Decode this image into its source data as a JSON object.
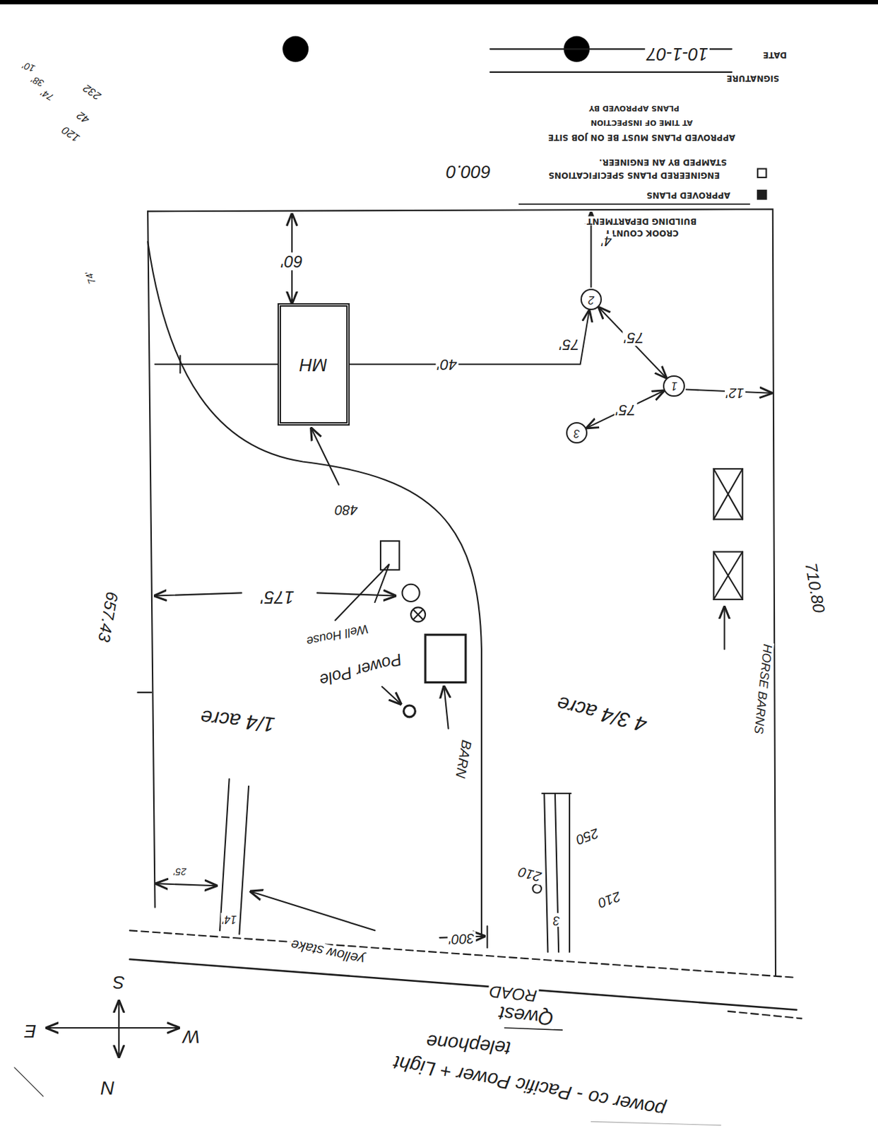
{
  "diagram": {
    "nodes": [
      {
        "text": [
          "MH"
        ]
      },
      {
        "text": [
          "2"
        ]
      },
      {
        "text": [
          "1"
        ]
      },
      {
        "text": [
          "3"
        ]
      }
    ],
    "edges": [
      {
        "from": 0,
        "to": 1,
        "label": "40'",
        "arrow": "to"
      },
      {
        "from": 2,
        "to": 1,
        "label": "75'",
        "arrow": "both"
      },
      {
        "from": 2,
        "to": 3,
        "label": "75'",
        "arrow": "both"
      }
    ],
    "labels": [
      "DATE",
      "10-1-07",
      "SIGNATURE",
      "PLANS APPROVED BY",
      "AT TIME OF INSPECTION",
      "APPROVED PLANS MUST BE ON JOB SITE",
      "STAMPED BY AN ENGINEER.",
      "ENGINEERED PLANS SPECIFICATIONS",
      "APPROVED PLANS",
      "BUILDING DEPARTMENT",
      "CROOK COUNTY",
      "600.0",
      "60'",
      "75'",
      "4'",
      "12'",
      "480",
      "175'",
      "Well House",
      "Power Pole",
      "1/4 acre",
      "BARN",
      "4 3/4 acre",
      "HORSE BARNS",
      "657.43",
      "710.80",
      "25'",
      "14'",
      "300'",
      "yellow stake",
      "250",
      "210",
      "210",
      "3",
      "ROAD",
      "Qwest",
      "telephone",
      "power co - Pacific Power + Light",
      "S",
      "E",
      "W",
      "N",
      "10'",
      "38'",
      "74'",
      "120",
      "42",
      "232",
      "74'"
    ]
  }
}
